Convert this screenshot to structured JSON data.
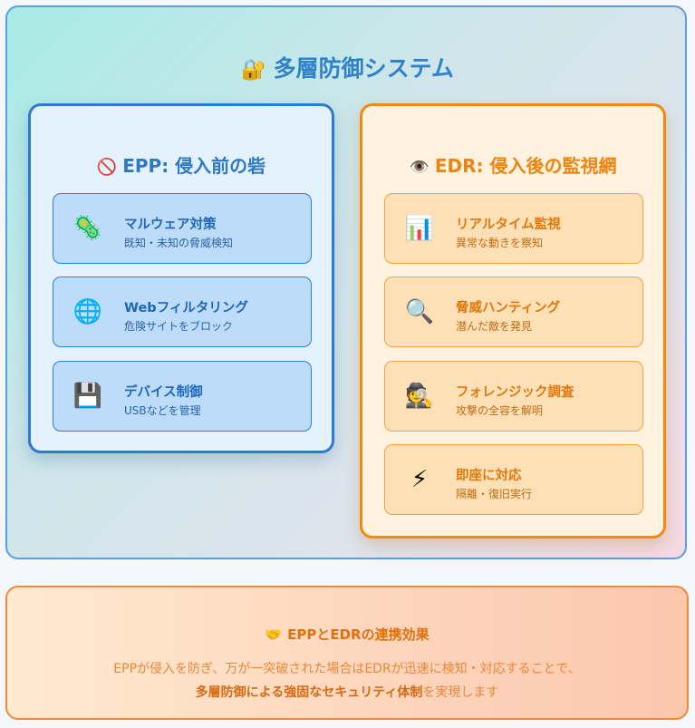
{
  "title": {
    "icon": "lock-key-icon",
    "text": "多層防御システム"
  },
  "epp": {
    "icon": "prohibited-icon",
    "title": "EPP: 侵入前の砦",
    "cards": [
      {
        "icon": "microbe-icon",
        "title": "マルウェア対策",
        "desc": "既知・未知の脅威検知"
      },
      {
        "icon": "globe-icon",
        "title": "Webフィルタリング",
        "desc": "危険サイトをブロック"
      },
      {
        "icon": "floppy-disk-icon",
        "title": "デバイス制御",
        "desc": "USBなどを管理"
      }
    ]
  },
  "edr": {
    "icon": "eye-icon",
    "title": "EDR: 侵入後の監視網",
    "cards": [
      {
        "icon": "bar-chart-icon",
        "title": "リアルタイム監視",
        "desc": "異常な動きを察知"
      },
      {
        "icon": "magnifier-icon",
        "title": "脅威ハンティング",
        "desc": "潜んだ敵を発見"
      },
      {
        "icon": "detective-icon",
        "title": "フォレンジック調査",
        "desc": "攻撃の全容を解明"
      },
      {
        "icon": "lightning-icon",
        "title": "即座に対応",
        "desc": "隔離・復旧実行"
      }
    ]
  },
  "summary": {
    "icon": "handshake-icon",
    "title": "EPPとEDRの連携効果",
    "line1": "EPPが侵入を防ぎ、万が一突破された場合はEDRが迅速に検知・対応することで、",
    "line2_bold": "多層防御による強固なセキュリティ体制",
    "line2_rest": "を実現します"
  }
}
